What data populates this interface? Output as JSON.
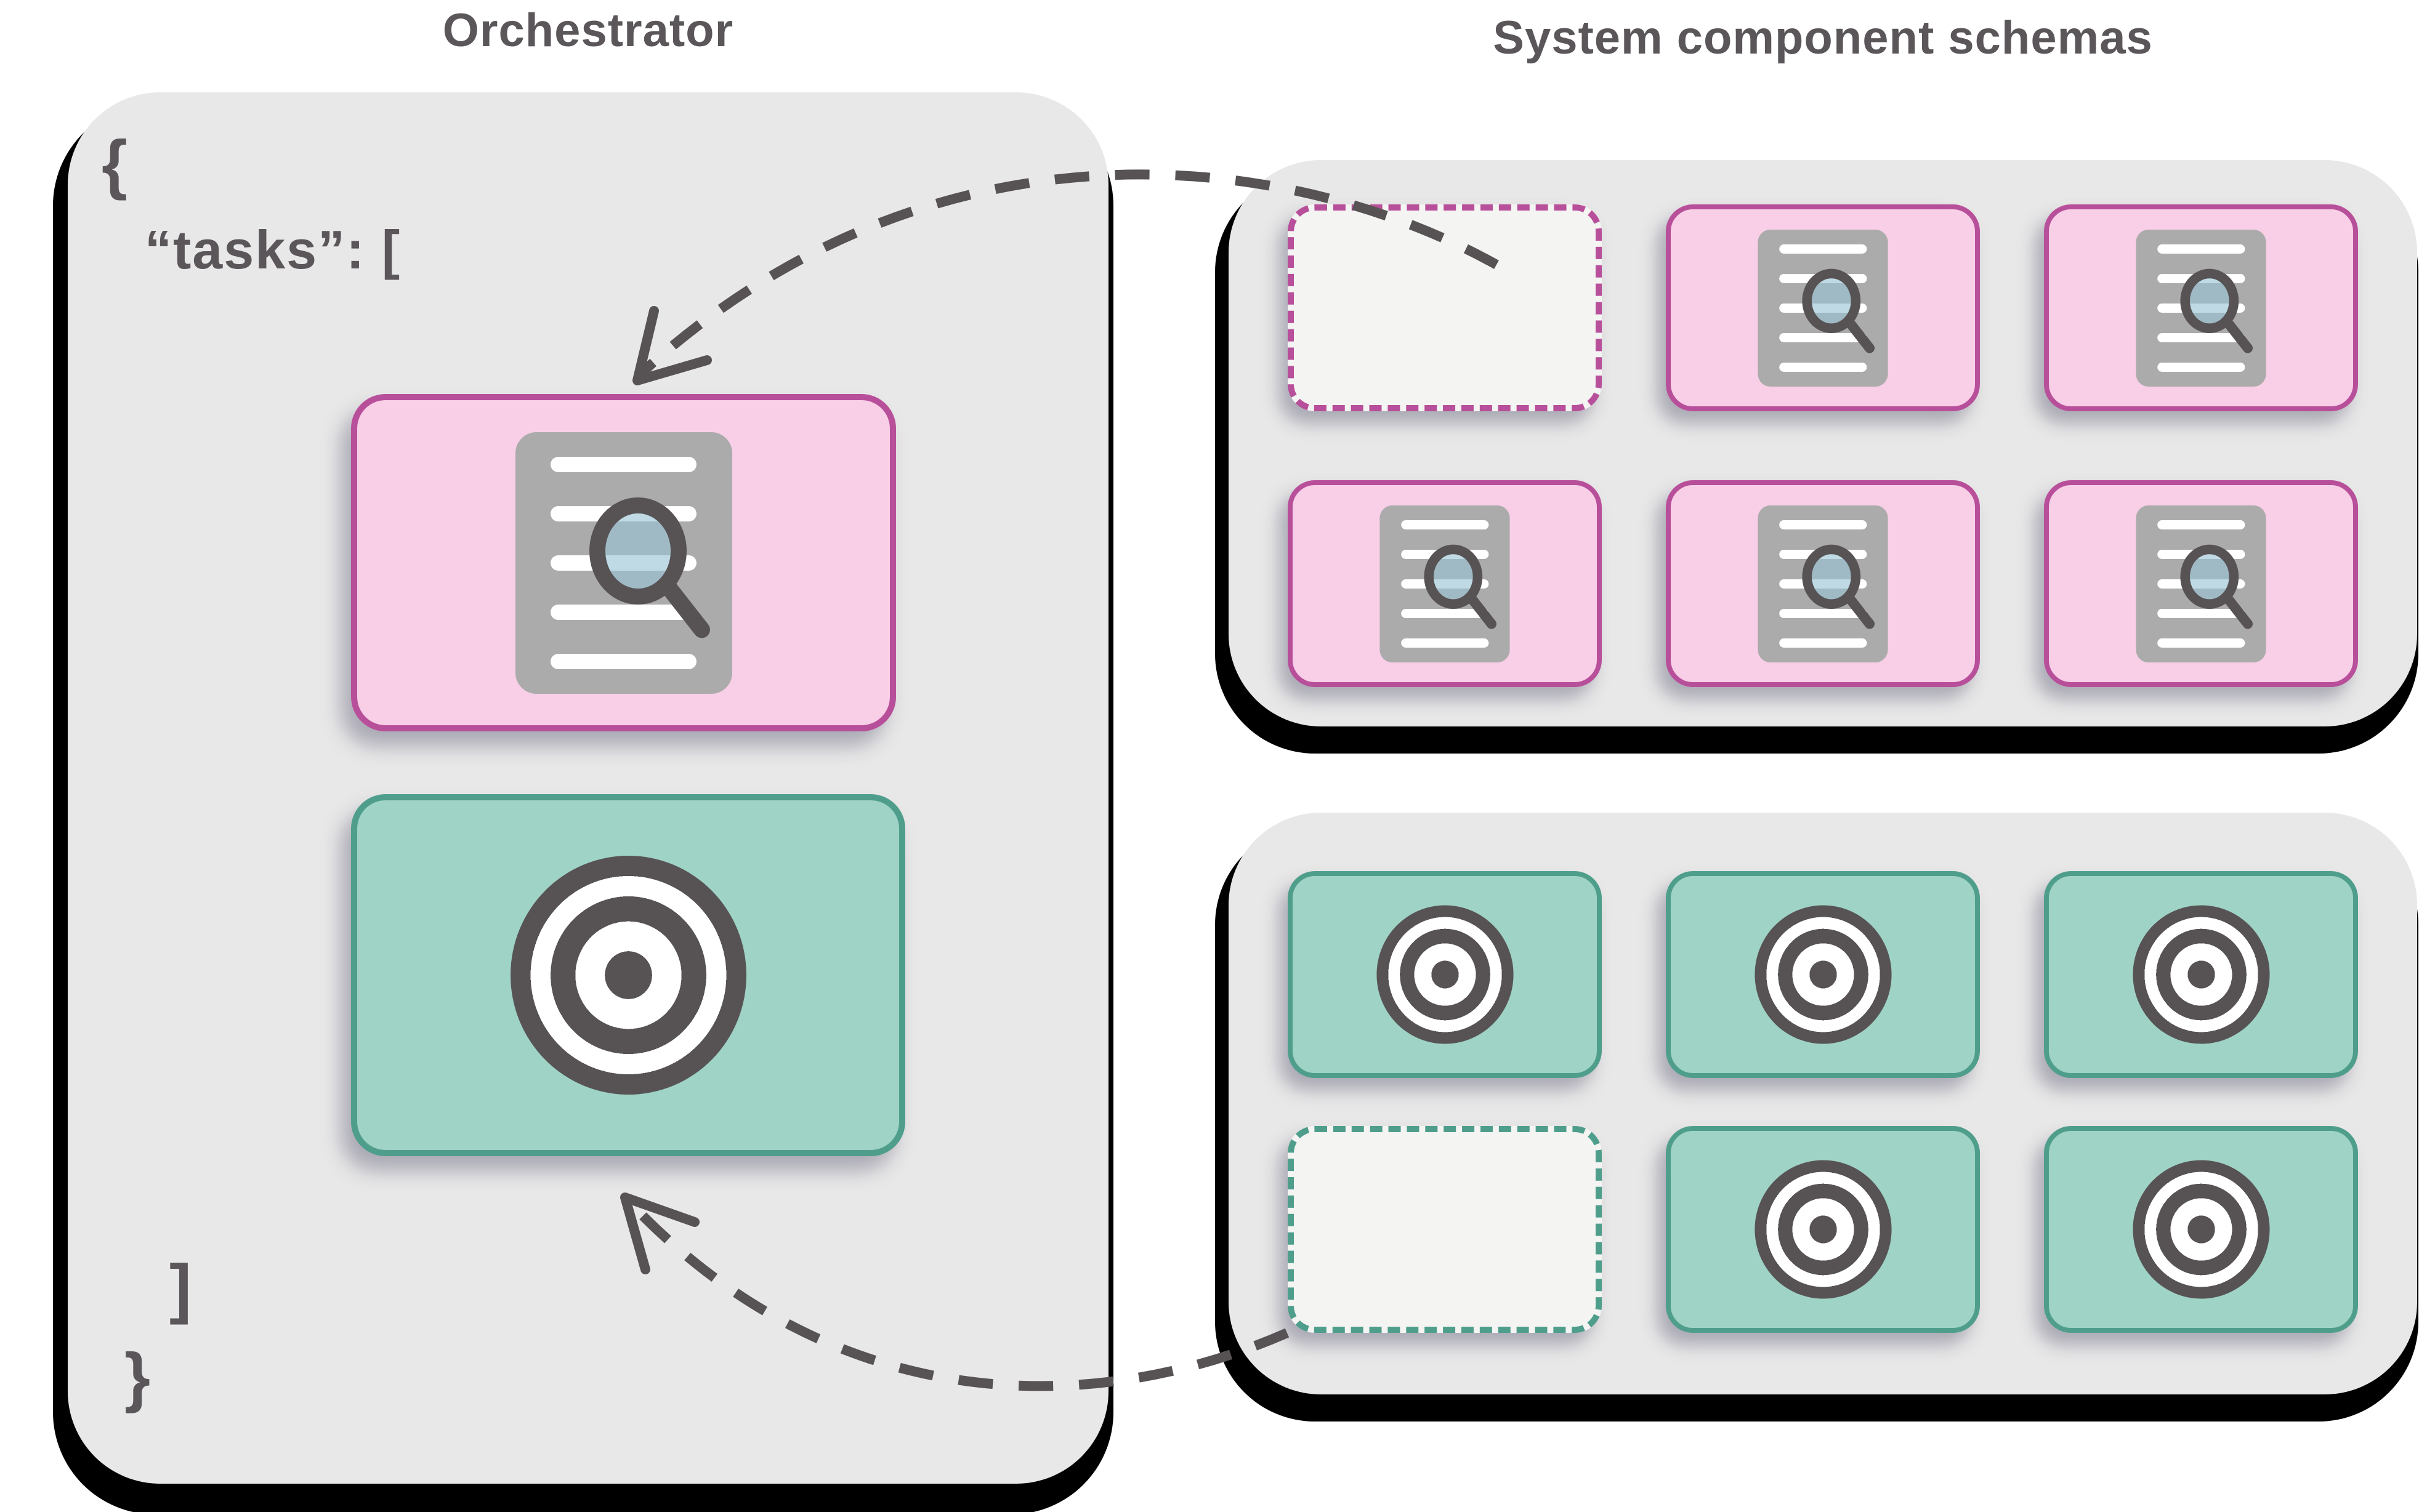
{
  "titles": {
    "orchestrator": "Orchestrator",
    "schemas": "System component schemas"
  },
  "orchestrator": {
    "code": {
      "open_brace": "{",
      "tasks_open": "“tasks”: [",
      "array_close": "]",
      "close_brace": "}"
    },
    "cards": [
      {
        "kind": "document-search",
        "color": "pink"
      },
      {
        "kind": "target",
        "color": "teal"
      }
    ]
  },
  "schema_panels": [
    {
      "id": "retrieval-schemas",
      "cards": [
        {
          "kind": "placeholder",
          "color": "pink"
        },
        {
          "kind": "document-search",
          "color": "pink"
        },
        {
          "kind": "document-search",
          "color": "pink"
        },
        {
          "kind": "document-search",
          "color": "pink"
        },
        {
          "kind": "document-search",
          "color": "pink"
        },
        {
          "kind": "document-search",
          "color": "pink"
        }
      ]
    },
    {
      "id": "target-schemas",
      "cards": [
        {
          "kind": "target",
          "color": "teal"
        },
        {
          "kind": "target",
          "color": "teal"
        },
        {
          "kind": "target",
          "color": "teal"
        },
        {
          "kind": "placeholder",
          "color": "teal"
        },
        {
          "kind": "target",
          "color": "teal"
        },
        {
          "kind": "target",
          "color": "teal"
        }
      ]
    }
  ],
  "icons": {
    "document_search": "document-search-icon",
    "target": "target-icon",
    "arrow": "dashed-curved-arrow"
  },
  "colors": {
    "panel_bg": "#e9e8e8",
    "pink_fill": "#f8cfe7",
    "pink_border": "#b84f9a",
    "teal_fill": "#9fd3c5",
    "teal_border": "#4f9e8c",
    "doc_gray": "#ababab",
    "dark": "#575355",
    "dark_text": "#5a565a",
    "placeholder_fill": "#f4f4f3",
    "lens": "rgba(151,196,211,0.62)"
  }
}
